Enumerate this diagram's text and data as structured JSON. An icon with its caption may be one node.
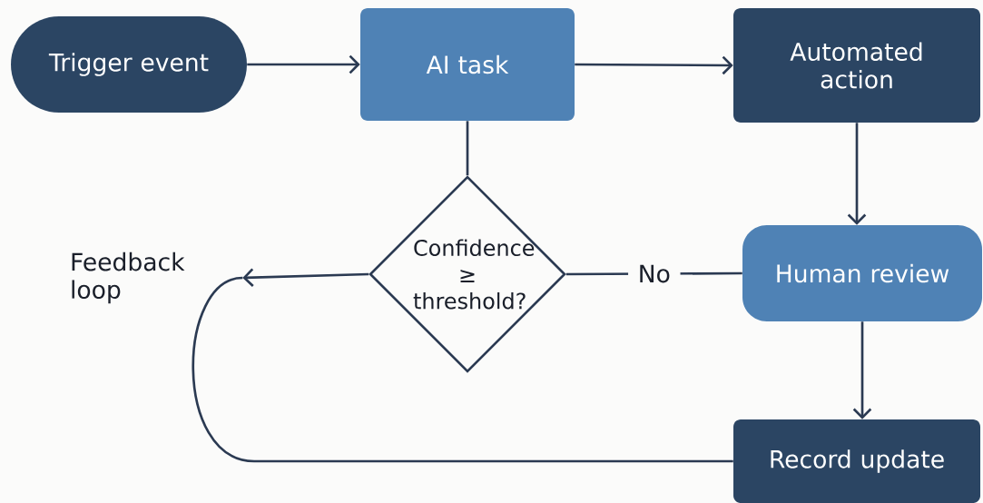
{
  "diagram": {
    "nodes": [
      {
        "text": [
          "Trigger event"
        ]
      },
      {
        "text": [
          "AI task"
        ]
      },
      {
        "text": [
          "Automated action"
        ]
      },
      {
        "text": [
          "Confidence ≥ threshold?"
        ]
      },
      {
        "text": [
          "Human review"
        ]
      },
      {
        "text": [
          "Record update"
        ]
      },
      {
        "text": [
          "Feedback loop"
        ]
      }
    ],
    "edges": [
      {
        "from": 0,
        "to": 1,
        "arrow": "to"
      },
      {
        "from": 1,
        "to": 2,
        "arrow": "to"
      },
      {
        "from": 2,
        "to": 4,
        "arrow": "to"
      },
      {
        "from": 4,
        "to": 5,
        "arrow": "to"
      },
      {
        "from": 1,
        "to": 3,
        "arrow": "none"
      },
      {
        "from": 4,
        "to": 3,
        "arrow": "none",
        "label": "No"
      },
      {
        "from": 3,
        "to": 6,
        "arrow": "to"
      },
      {
        "from": 5,
        "to": 6,
        "arrow": "none"
      }
    ]
  }
}
